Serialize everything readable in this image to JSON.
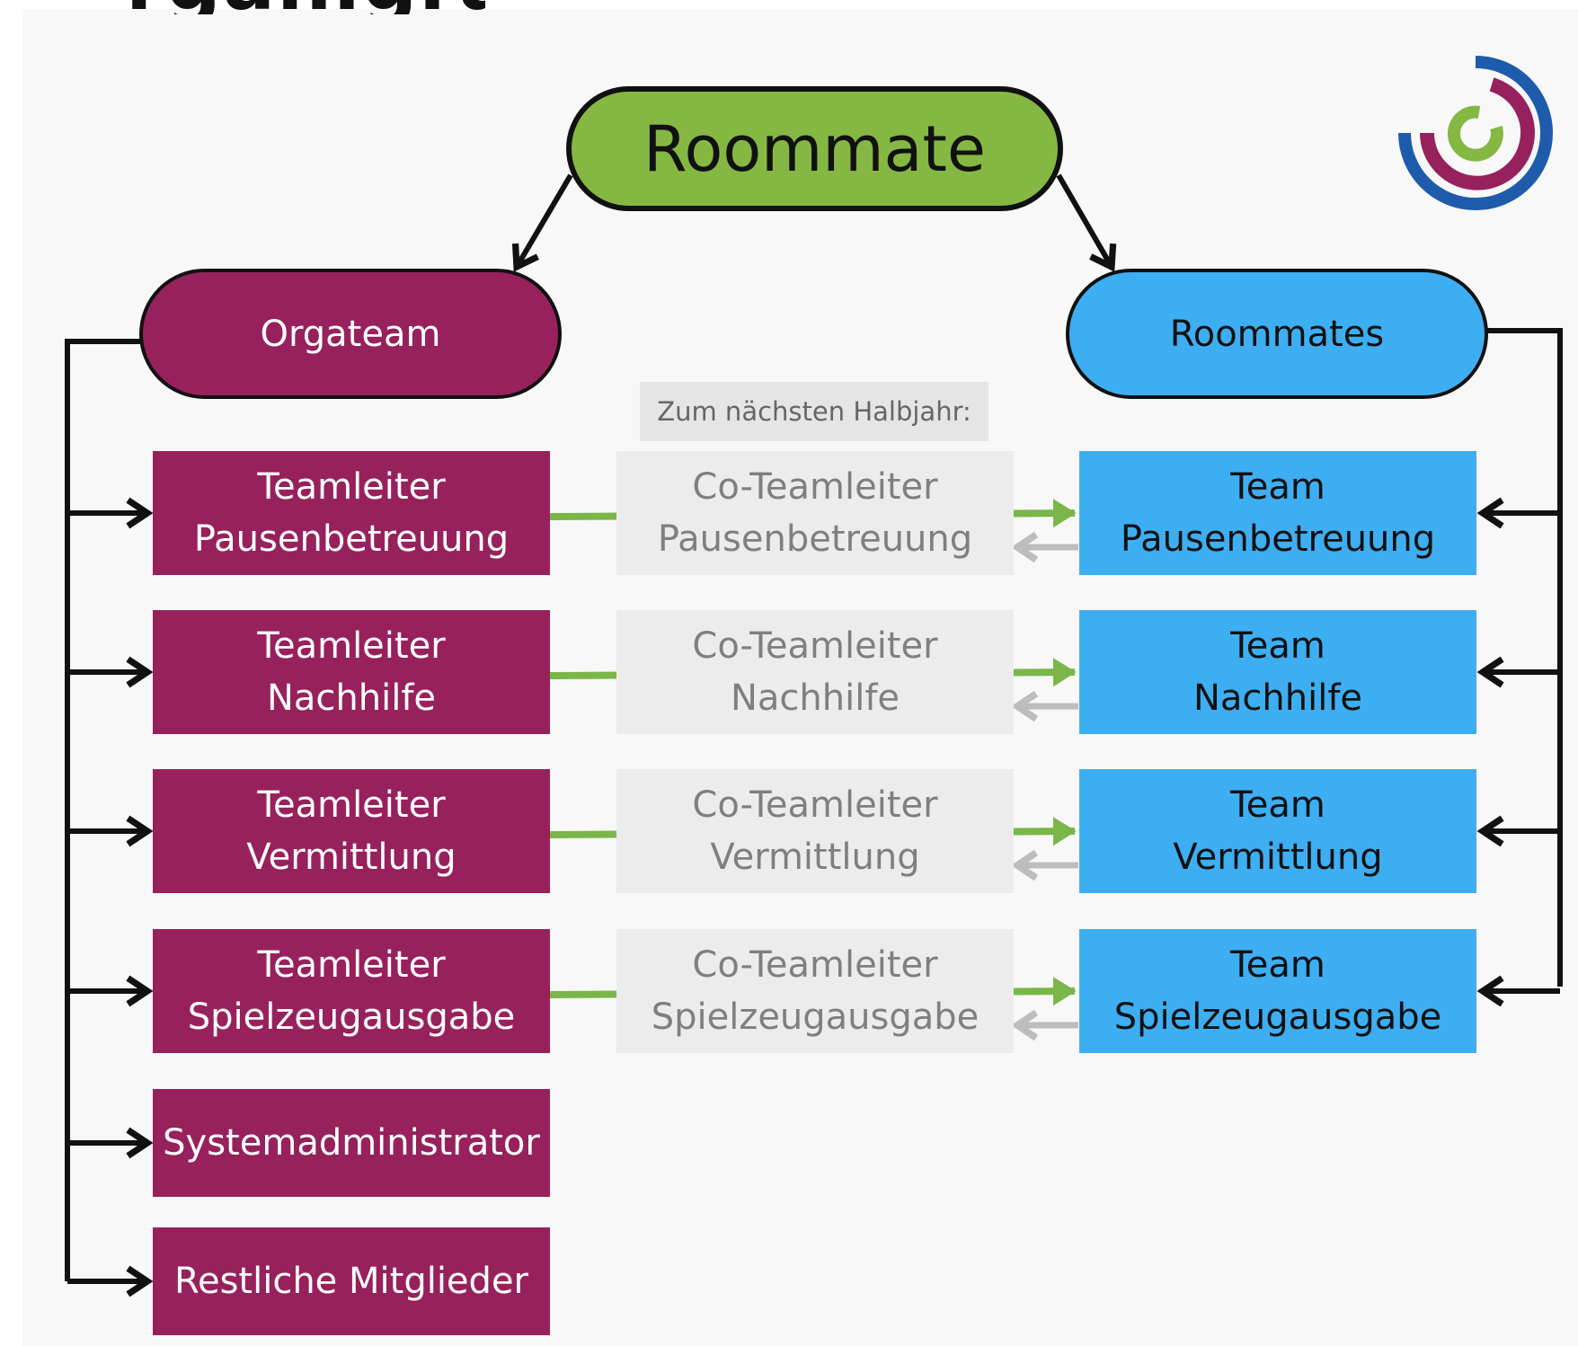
{
  "heading_partial": "rganigra",
  "root": "Roommate",
  "left_branch": "Orgateam",
  "right_branch": "Roommates",
  "note": "Zum nächsten Halbjahr:",
  "rows": [
    {
      "lead": "Teamleiter\nPausenbetreuung",
      "co": "Co-Teamleiter\nPausenbetreuung",
      "team": "Team\nPausenbetreuung"
    },
    {
      "lead": "Teamleiter\nNachhilfe",
      "co": "Co-Teamleiter\nNachhilfe",
      "team": "Team\nNachhilfe"
    },
    {
      "lead": "Teamleiter\nVermittlung",
      "co": "Co-Teamleiter\nVermittlung",
      "team": "Team\nVermittlung"
    },
    {
      "lead": "Teamleiter\nSpielzeugausgabe",
      "co": "Co-Teamleiter\nSpielzeugausgabe",
      "team": "Team\nSpielzeugausgabe"
    }
  ],
  "extra_roles": [
    "Systemadministrator",
    "Restliche Mitglieder"
  ],
  "colors": {
    "root": "#85b843",
    "orgateam": "#97215c",
    "roommates": "#3eaef2",
    "co_box": "#ececec",
    "arrow_green": "#7ab648",
    "arrow_grey": "#bdbdbd"
  },
  "logo": {
    "icon": "ring-logo-icon"
  }
}
